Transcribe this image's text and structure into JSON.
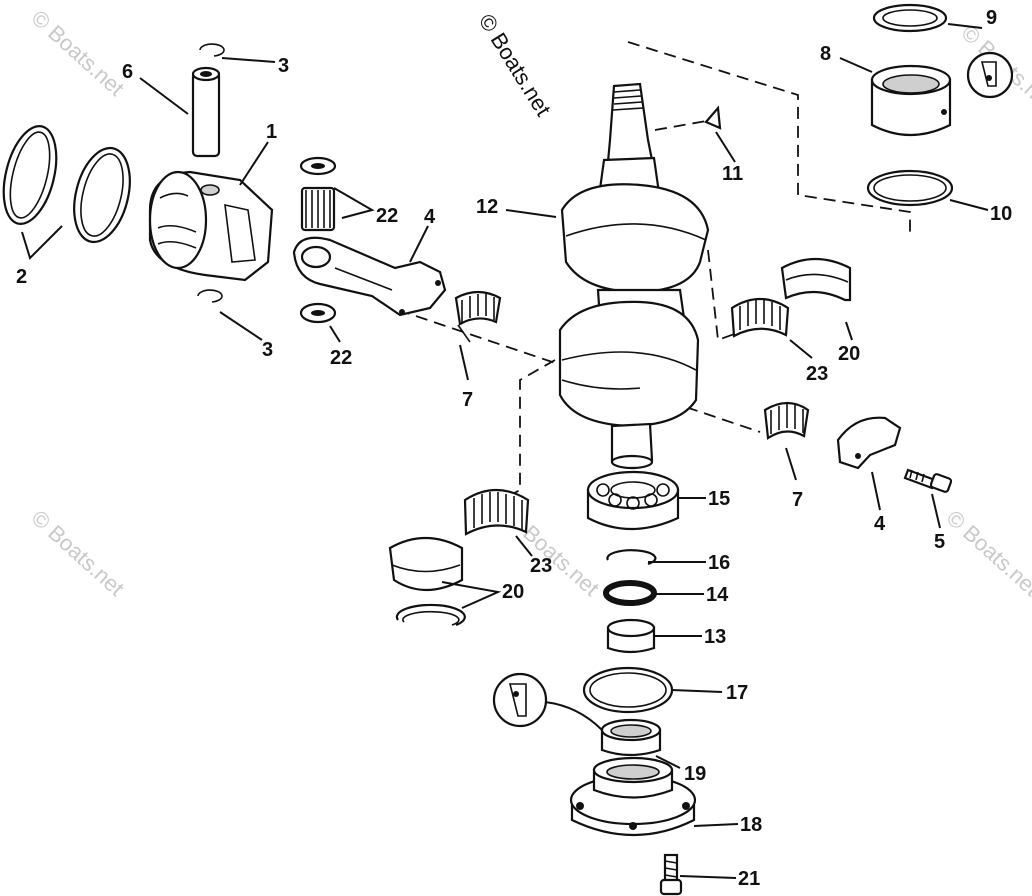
{
  "watermarks": {
    "main": "© Boats.net",
    "faint": "© Boats.net"
  },
  "labels": {
    "p1": "1",
    "p2": "2",
    "p3_top": "3",
    "p3_bottom": "3",
    "p4_rod": "4",
    "p4_cap": "4",
    "p5": "5",
    "p6": "6",
    "p7_left": "7",
    "p7_right": "7",
    "p8": "8",
    "p9": "9",
    "p10": "10",
    "p11": "11",
    "p12": "12",
    "p13": "13",
    "p14": "14",
    "p15": "15",
    "p16": "16",
    "p17": "17",
    "p18": "18",
    "p19": "19",
    "p20_right": "20",
    "p20_left": "20",
    "p21": "21",
    "p22_top": "22",
    "p22_bottom": "22",
    "p23_right": "23",
    "p23_left": "23"
  },
  "icons": {
    "sealant_badge_top": "sealant-tube-icon",
    "sealant_badge_bottom": "sealant-tube-icon"
  }
}
